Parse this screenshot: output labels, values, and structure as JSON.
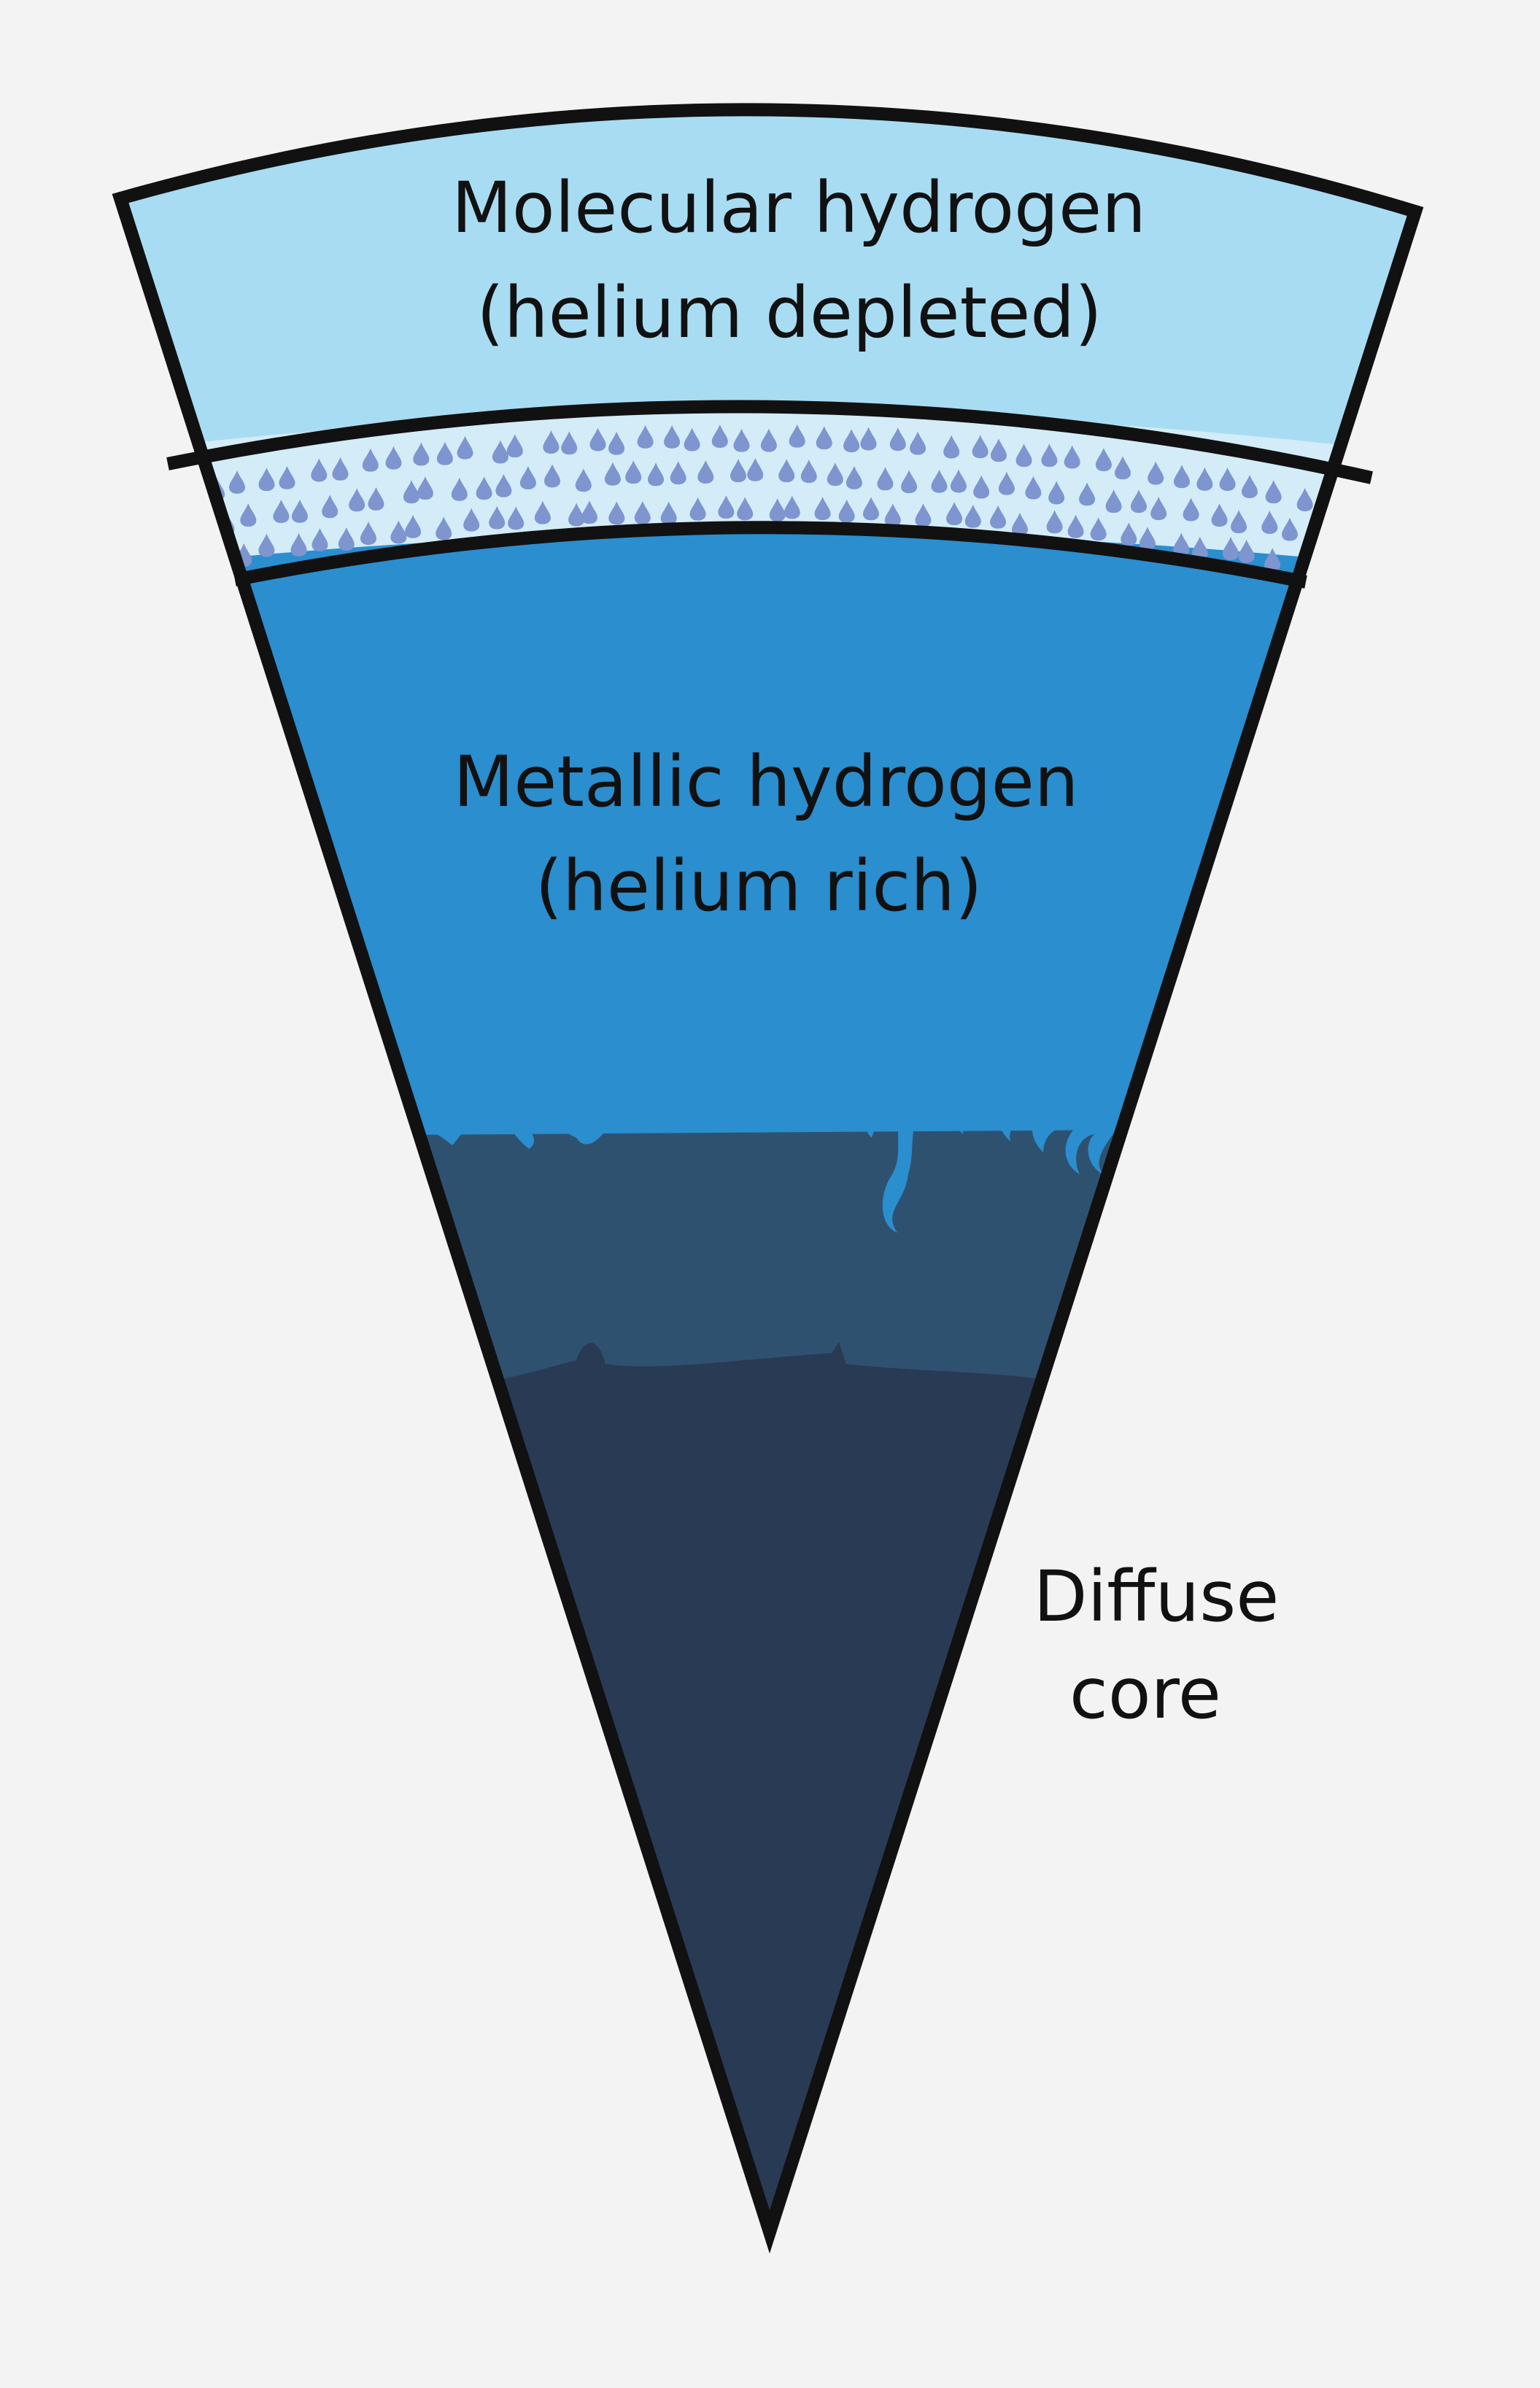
{
  "diagram": {
    "layers": [
      {
        "id": "molecular",
        "line1": "Molecular hydrogen",
        "line2": "(helium depleted)",
        "color": "#a8dcf3"
      },
      {
        "id": "helium-rain",
        "color": "#d3ecf7",
        "drop_color": "#7f95cf"
      },
      {
        "id": "metallic",
        "line1": "Metallic hydrogen",
        "line2": "(helium rich)",
        "color": "#2a8ecf"
      },
      {
        "id": "transition",
        "color": "#2f5170"
      },
      {
        "id": "core",
        "color": "#293a55"
      }
    ],
    "core_label": {
      "line1": "Diffuse",
      "line2": "core"
    },
    "outline_color": "#111111",
    "background": "#f3f3f3"
  }
}
